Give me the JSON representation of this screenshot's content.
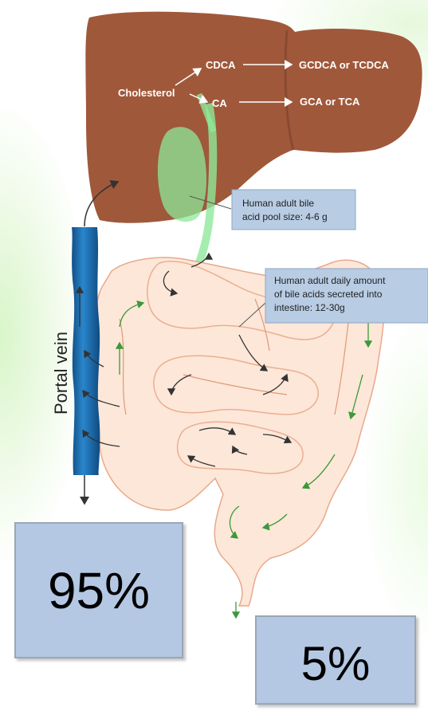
{
  "liver": {
    "cholesterol": "Cholesterol",
    "cdca": "CDCA",
    "ca": "CA",
    "gcdca": "GCDCA or TCDCA",
    "gca": "GCA or TCA"
  },
  "callouts": {
    "pool_line1": "Human adult bile",
    "pool_line2": "acid pool size: 4-6 g",
    "daily_line1": "Human adult daily amount",
    "daily_line2": "of bile acids secreted into",
    "daily_line3": "intestine: 12-30g"
  },
  "portal_vein_label": "Portal vein",
  "percent_reabsorbed": "95%",
  "percent_excreted": "5%",
  "colors": {
    "liver": "#a0583a",
    "gallbladder": "#8ee89a",
    "intestine_fill": "#fde7d8",
    "intestine_stroke": "#e8a98c",
    "portal_vein": "#1c6fb3",
    "callout_bg": "#b8cce4",
    "arrow_green": "#3a9a3a",
    "arrow_dark": "#333333"
  }
}
